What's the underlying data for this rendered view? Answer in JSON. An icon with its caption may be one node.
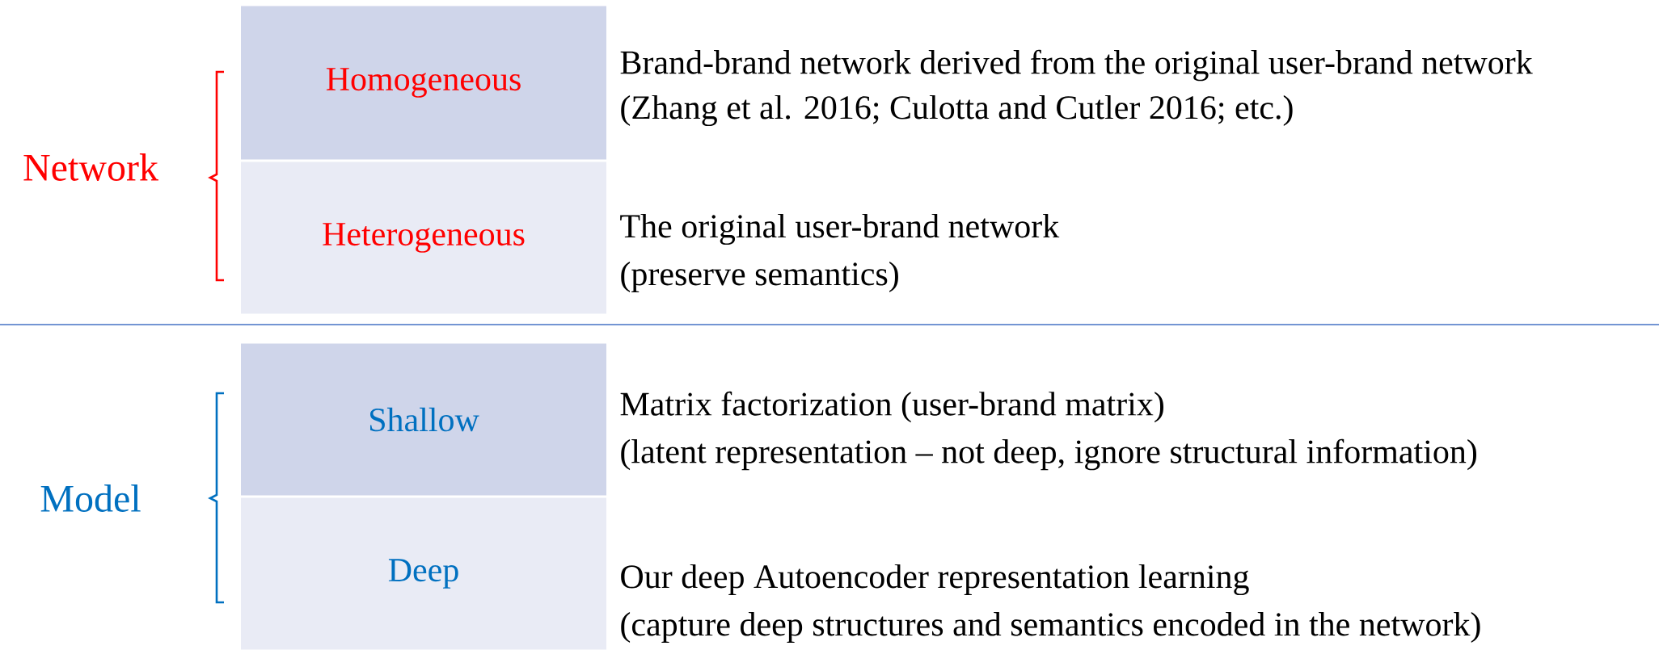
{
  "diagram": {
    "nodes": [
      {
        "text": [
          "Homogeneous"
        ],
        "beside": [
          "Brand-brand network derived from the original user-brand network",
          "(Zhang et al. 2016; Culotta and Cutler 2016; etc.)"
        ]
      },
      {
        "text": [
          "Heterogeneous"
        ],
        "beside": [
          "The original user-brand network",
          "(preserve semantics)"
        ]
      },
      {
        "text": [
          "Shallow"
        ],
        "beside": [
          "Matrix factorization (user-brand matrix)",
          "(latent representation – not deep, ignore structural information)"
        ]
      },
      {
        "text": [
          "Deep"
        ],
        "beside": [
          "Our deep Autoencoder representation learning",
          "(capture deep structures and semantics encoded in the network)"
        ]
      }
    ],
    "labels": [
      "Network",
      "Model"
    ]
  }
}
